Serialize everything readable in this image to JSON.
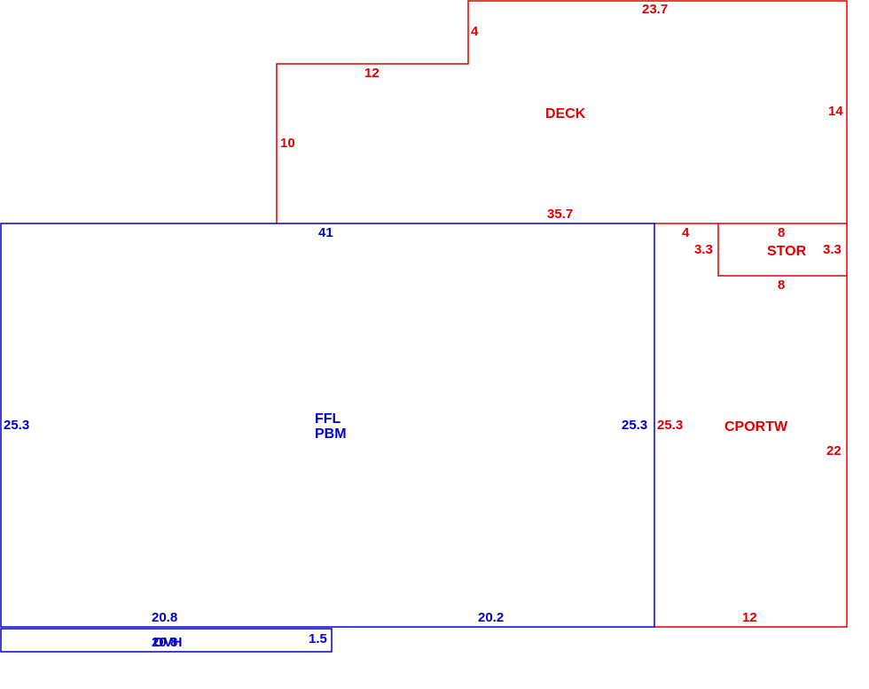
{
  "areas": {
    "deck": {
      "name": "DECK",
      "color": "#e00000",
      "dims": {
        "top": "23.7",
        "step_vertical": "4",
        "step_horizontal": "12",
        "left": "10",
        "right": "14",
        "bottom": "35.7"
      }
    },
    "main": {
      "name_line1": "FFL",
      "name_line2": "PBM",
      "color": "#0000cc",
      "dims": {
        "top": "41",
        "left": "25.3",
        "right": "25.3",
        "bottom_left": "20.8",
        "bottom_right": "20.2"
      }
    },
    "stor": {
      "name": "STOR",
      "color": "#e00000",
      "dims": {
        "top": "8",
        "left": "3.3",
        "right": "3.3",
        "bottom": "8"
      }
    },
    "carport": {
      "name": "CPORTW",
      "color": "#e00000",
      "dims": {
        "top": "4",
        "left": "25.3",
        "right": "22",
        "bottom": "12"
      }
    },
    "strip": {
      "name": "OVH",
      "color": "#0000cc",
      "dims": {
        "length": "20.8",
        "width": "1.5"
      }
    }
  }
}
